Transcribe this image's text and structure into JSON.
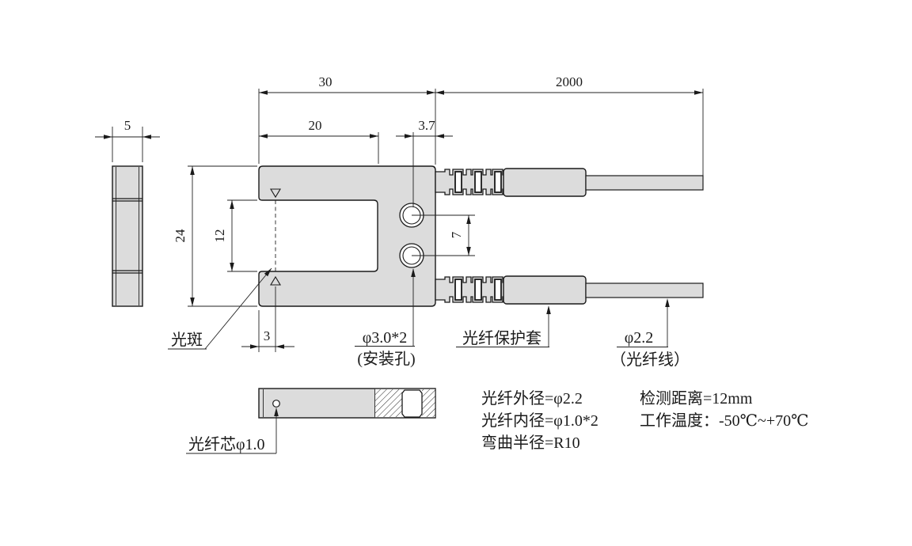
{
  "colors": {
    "body_fill": "#dcdcdc",
    "line": "#1a1a1a",
    "background": "#ffffff"
  },
  "dimensions": {
    "body_width": "30",
    "fiber_length": "2000",
    "slot_depth": "20",
    "hole_edge_offset": "3.7",
    "body_thickness": "5",
    "body_height": "24",
    "slot_height": "12",
    "hole_pitch": "7",
    "axis_offset": "3"
  },
  "callouts": {
    "light_spot": "光斑",
    "mounting_hole": "φ3.0*2",
    "mounting_hole_note": "(安装孔)",
    "fiber_sheath": "光纤保护套",
    "fiber_cable": "φ2.2",
    "fiber_cable_note": "（光纤线）",
    "fiber_core": "光纤芯φ1.0"
  },
  "notes": {
    "left": [
      "光纤外径=φ2.2",
      "光纤内径=φ1.0*2",
      "弯曲半径=R10"
    ],
    "right": [
      "检测距离=12mm",
      "工作温度：-50℃~+70℃"
    ]
  }
}
